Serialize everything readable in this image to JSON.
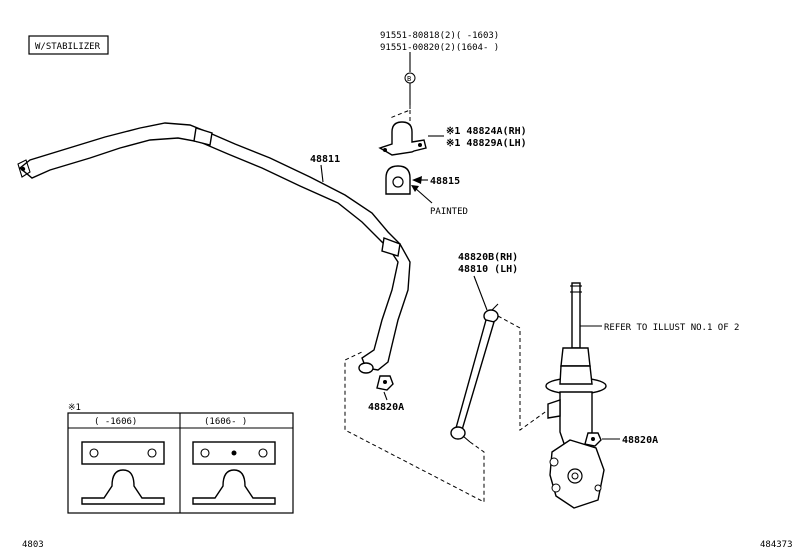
{
  "header": {
    "variant_tag": "W/STABILIZER"
  },
  "labels": {
    "bolt_a": "91551-80818(2)(    -1603)",
    "bolt_b": "91551-00820(2)(1604-    )",
    "bolt_ref": "B",
    "bracket_rh": "※1 48824A(RH)",
    "bracket_lh": "※1 48829A(LH)",
    "bushing": "48815",
    "painted_note": "PAINTED",
    "stabilizer_bar": "48811",
    "link_rh": "48820B(RH)",
    "link_lh": "48810 (LH)",
    "refer_note": "REFER TO ILLUST NO.1 OF 2",
    "nut_left": "48820A",
    "nut_right": "48820A"
  },
  "inset": {
    "marker": "※1",
    "col_left": "(     -1606)",
    "col_right": "(1606-     )"
  },
  "footer": {
    "left_code": "4803",
    "right_code": "484373"
  }
}
